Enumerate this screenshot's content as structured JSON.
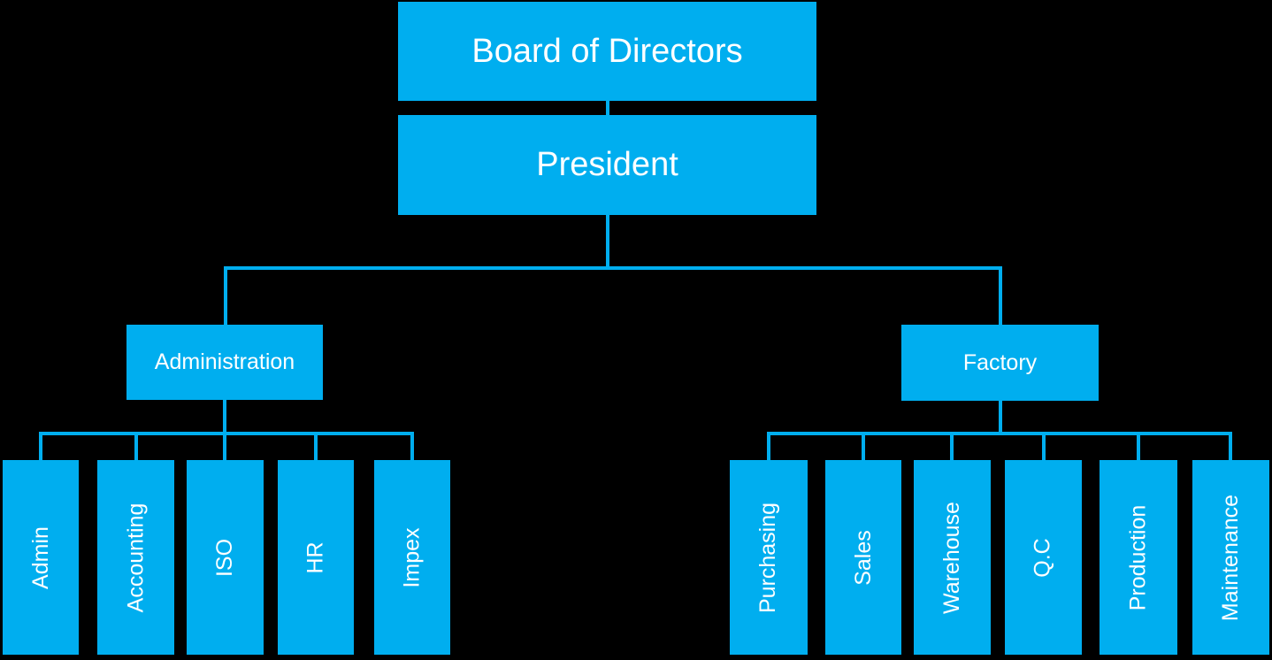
{
  "colors": {
    "background": "#000000",
    "box": "#00AEEF",
    "line": "#00AEEF",
    "text": "#FFFFFF"
  },
  "org": {
    "root": {
      "label": "Board of Directors"
    },
    "president": {
      "label": "President"
    },
    "branches": [
      {
        "label": "Administration",
        "children": [
          {
            "label": "Admin"
          },
          {
            "label": "Accounting"
          },
          {
            "label": "ISO"
          },
          {
            "label": "HR"
          },
          {
            "label": "Impex"
          }
        ]
      },
      {
        "label": "Factory",
        "children": [
          {
            "label": "Purchasing"
          },
          {
            "label": "Sales"
          },
          {
            "label": "Warehouse"
          },
          {
            "label": "Q.C"
          },
          {
            "label": "Production"
          },
          {
            "label": "Maintenance"
          }
        ]
      }
    ]
  }
}
